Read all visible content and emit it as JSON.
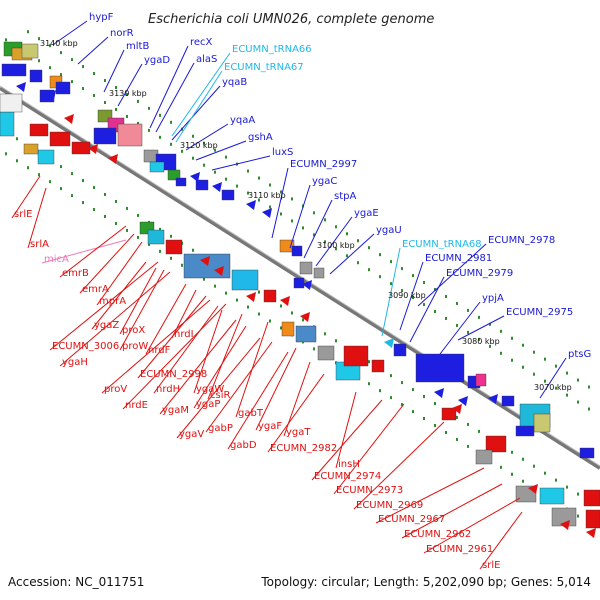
{
  "title": "Escherichia coli UMN026, complete genome",
  "footer": {
    "accession": "Accession: NC_011751",
    "topology": "Topology: circular; Length: 5,202,090 bp; Genes: 5,014"
  },
  "colors": {
    "forward_label": "#1a1ad6",
    "reverse_label": "#e01010",
    "trna_label": "#20b8e8",
    "ncrna_label": "#f07ab8",
    "backbone": "#777777",
    "dot": "#2e8b2e"
  },
  "ticks": [
    "3140 kbp",
    "3130 kbp",
    "3120 kbp",
    "3110 kbp",
    "3100 kbp",
    "3090 kbp",
    "3080 kbp",
    "3070 kbp"
  ],
  "forward_labels": [
    "hypF",
    "norR",
    "mltB",
    "ygaD",
    "recX",
    "alaS",
    "yqaB",
    "yqaA",
    "gshA",
    "luxS",
    "ECUMN_2997",
    "ygaC",
    "stpA",
    "ygaE",
    "ygaU",
    "ECUMN_2981",
    "ECUMN_2978",
    "ECUMN_2979",
    "ypjA",
    "ECUMN_2975",
    "ptsG"
  ],
  "trna_labels": [
    "ECUMN_tRNA66",
    "ECUMN_tRNA67",
    "ECUMN_tRNA68"
  ],
  "ncrna_labels": [
    "micA"
  ],
  "reverse_labels": [
    "srlE",
    "srlA",
    "emrB",
    "emrA",
    "mprA",
    "ygaZ",
    "proX",
    "ECUMN_3006",
    "proW",
    "ygaH",
    "nrdF",
    "nrdI",
    "ECUMN_2998",
    "proV",
    "nrdH",
    "ygaW",
    "nrdE",
    "csiR",
    "ygaM",
    "ygaP",
    "gabT",
    "ygaV",
    "gabP",
    "ygaF",
    "gabD",
    "ygaT",
    "ECUMN_2982",
    "insH",
    "ECUMN_2974",
    "ECUMN_2973",
    "ECUMN_2969",
    "ECUMN_2967",
    "ECUMN_2962",
    "ECUMN_2961",
    "srlE"
  ]
}
